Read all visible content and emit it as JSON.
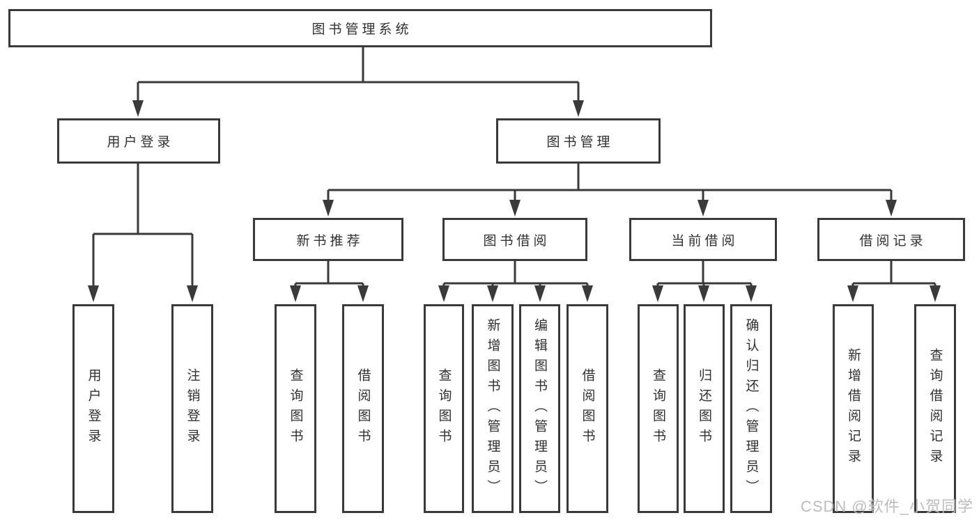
{
  "tree": {
    "root": "图书管理系统",
    "children": [
      {
        "label": "用户登录",
        "children": [
          "用户登录",
          "注销登录"
        ]
      },
      {
        "label": "图书管理",
        "children": [
          {
            "label": "新书推荐",
            "children": [
              "查询图书",
              "借阅图书"
            ]
          },
          {
            "label": "图书借阅",
            "children": [
              "查询图书",
              "新增图书（管理员）",
              "编辑图书（管理员）",
              "借阅图书"
            ]
          },
          {
            "label": "当前借阅",
            "children": [
              "查询图书",
              "归还图书",
              "确认归还（管理员）"
            ]
          },
          {
            "label": "借阅记录",
            "children": [
              "新增借阅记录",
              "查询借阅记录"
            ]
          }
        ]
      }
    ]
  },
  "watermark": "CSDN @软件_小贺同学",
  "colors": {
    "line": "#3a3a3a",
    "box_border": "#3a3a3a",
    "text": "#303030",
    "background": "#ffffff",
    "watermark": "#bcbcbc"
  }
}
